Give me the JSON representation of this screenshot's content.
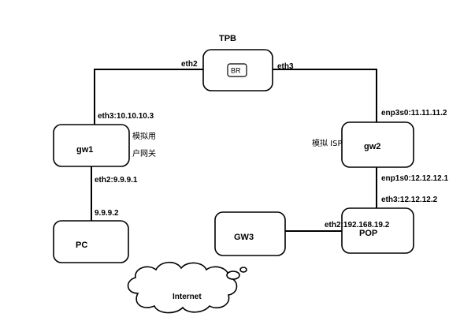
{
  "title": "TPB",
  "nodes": {
    "br_container": {
      "label": ""
    },
    "br": {
      "label": "BR"
    },
    "gw1": {
      "label": "gw1",
      "note_line1": "模拟用",
      "note_line2": "户网关"
    },
    "gw2": {
      "label": "gw2",
      "note": "模拟 ISP"
    },
    "pc": {
      "label": "PC"
    },
    "gw3": {
      "label": "GW3"
    },
    "pop": {
      "label": "POP"
    },
    "internet": {
      "label": "Internet"
    }
  },
  "interfaces": {
    "br_eth2": "eth2",
    "br_eth3": "eth3",
    "gw1_eth3": "eth3:10.10.10.3",
    "gw1_eth2": "eth2:9.9.9.1",
    "pc_ip": "9.9.9.2",
    "gw2_enp3s0": "enp3s0:11.11.11.2",
    "gw2_enp1s0": "enp1s0:12.12.12.1",
    "pop_eth3": "eth3:12.12.12.2",
    "pop_eth2": "eth2:192.168.19.2"
  }
}
